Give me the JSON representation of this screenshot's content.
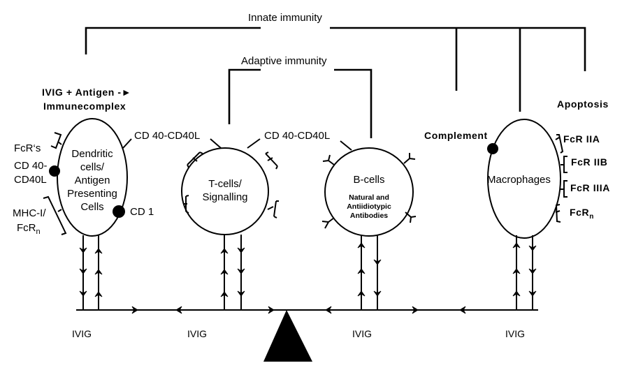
{
  "diagram": {
    "title_innate": "Innate immunity",
    "title_adaptive": "Adaptive immunity",
    "immunecomplex_line1": "IVIG + Antigen -►",
    "immunecomplex_line2": "Immunecomplex",
    "apoptosis": "Apoptosis",
    "complement": "Complement",
    "cells": {
      "dendritic": {
        "lines": [
          "Dendritic",
          "cells/",
          "Antigen",
          "Presenting",
          "Cells"
        ],
        "receptors": {
          "fcrs": "FcR‘s",
          "cd40_line1": "CD 40-",
          "cd40_line2": "CD40L",
          "mhc_line1": "MHC-I/",
          "mhc_line2": "FcR",
          "mhc_line2_sub": "n",
          "cd1": "CD 1"
        }
      },
      "tcells": {
        "lines": [
          "T-cells/",
          "Signalling"
        ]
      },
      "bcells": {
        "title": "B-cells",
        "sub_lines": [
          "Natural and",
          "Antiidiotypic",
          "Antibodies"
        ]
      },
      "macrophages": {
        "title": "Macrophages",
        "receptors": [
          "FcR IIA",
          "FcR IIB",
          "FcR IIIA"
        ],
        "receptor_fcrn": "FcR",
        "receptor_fcrn_sub": "n"
      }
    },
    "link_cd40_dc_t": "CD 40-CD40L",
    "link_cd40_t_b": "CD 40-CD40L",
    "ivig_labels": [
      "IVIG",
      "IVIG",
      "IVIG",
      "IVIG"
    ]
  }
}
